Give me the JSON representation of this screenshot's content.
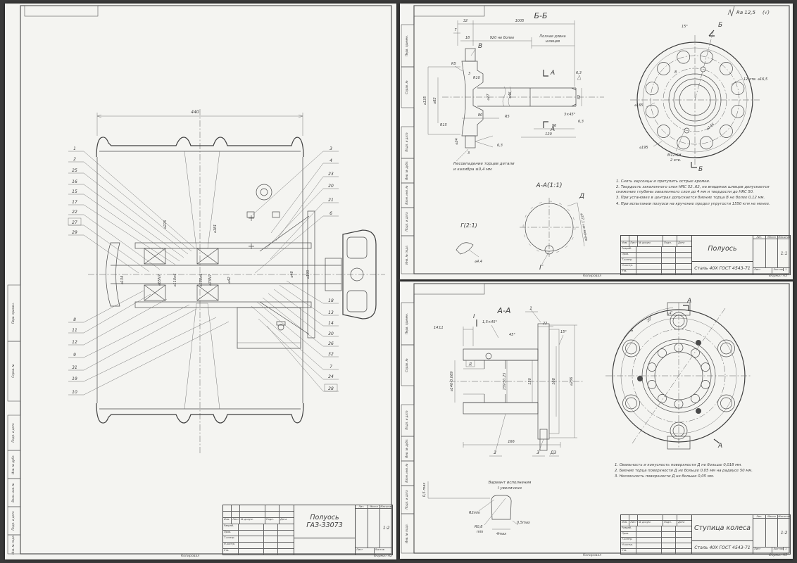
{
  "frame": {
    "stamp": {
      "izm": "Изм.",
      "list": "Лист",
      "ndok": "№ докум.",
      "podp": "Подп.",
      "data": "Дата",
      "razrab": "Разраб.",
      "prov": "Пров.",
      "tkontr": "Т.контр.",
      "nkontr": "Н.контр.",
      "utv": "Утв.",
      "lit": "Лит.",
      "massa": "Масса",
      "masshtab": "Масштаб",
      "list2": "Лист",
      "listov": "Листов",
      "kopiroval": "Копировал"
    },
    "side": {
      "perv": "Перв. примен.",
      "sprav": "Справ. №",
      "podp_data": "Подп. и дата",
      "inv_dubl": "Инв. № дубл.",
      "vzam": "Взам. инв. №",
      "inv_podl": "Инв. № подл."
    }
  },
  "assembly": {
    "title": "Полуось ГАЗ-33073",
    "scale": "1:2",
    "listov": "",
    "format": "Формат А2",
    "dim440": "440",
    "callouts_upper_left": [
      "1",
      "2",
      "25",
      "16",
      "15",
      "17",
      "22",
      "27",
      "29"
    ],
    "callouts_lower_left": [
      "8",
      "11",
      "12",
      "9",
      "31",
      "19",
      "10"
    ],
    "callouts_upper_right": [
      "3",
      "4",
      "23",
      "20",
      "21",
      "6"
    ],
    "callouts_lower_right": [
      "18",
      "13",
      "14",
      "30",
      "26",
      "32",
      "7",
      "24",
      "28"
    ],
    "dia": [
      "⌀134",
      "⌀65N7",
      "⌀110n6",
      "⌀226",
      "⌀130n6",
      "⌀73N7",
      "⌀181",
      "⌀42",
      "⌀48",
      "⌀130"
    ]
  },
  "axle": {
    "title": "Полуось",
    "material": "Сталь 40Х ГОСТ 4543-71",
    "scale": "1:1",
    "listov": "1",
    "format": "Формат А3",
    "labels": {
      "bb": "Б-Б",
      "b": "Б",
      "v": "В",
      "a": "А",
      "aa": "А-А(1:1)",
      "g": "Г",
      "g21": "Г(2:1)",
      "d": "Д"
    },
    "roughness": {
      "ra": "Ra 12,5",
      "chk": "(√)"
    },
    "dims": {
      "w32": "32",
      "w1005": "1005",
      "w7": "7",
      "w18": "18",
      "w920": "920 не более",
      "spl1": "Полная длина",
      "spl2": "шлицев",
      "r5a": "R5",
      "r5b": "R5",
      "r15": "R15",
      "r10": "R10",
      "n3a": "3",
      "d135": "⌀135",
      "d82": "⌀82",
      "d27": "⌀27",
      "d46": "⌀46",
      "w80": "80",
      "d52": "52",
      "ch345": "3×45°",
      "w96": "96",
      "w120": "120",
      "ra63a": "6,3",
      "ra63b": "6,3",
      "ra63c": "6,3",
      "d24": "⌀24",
      "n3b": "3",
      "mismatch1": "Несовпадение торцев детали",
      "mismatch2": "и калибра ≤0,4 мм",
      "spline_od": "⌀37,1 не менее",
      "d44": "⌀4,4"
    },
    "flange": {
      "a15": "15°",
      "r8": "8",
      "holes": "12 отв. ⌀16,5",
      "d165": "⌀165",
      "d146": "⌀146",
      "d195": "⌀195",
      "m12": "М12-6Н",
      "otv2": "2 отв."
    },
    "notes": [
      "1. Снять заусенцы и притупить острые кромки.",
      "2. Твердость закаленного слоя HRC 52..62, на впадинах шлицев допускается снижение глубины закаленного слоя до 4 мм и твердости до HRC 50.",
      "3. При установке в центрах допускается биение торца В не более 0,12 мм.",
      "4. При испытании полуоси на кручение предел упругости 1550 кгм не менее."
    ]
  },
  "hub": {
    "title": "Ступица колеса",
    "material": "Сталь 40Х ГОСТ 4543-71",
    "scale": "1:2",
    "listov": "1",
    "format": "Формат А3",
    "labels": {
      "aa": "А-А",
      "a": "А"
    },
    "dims": {
      "t14": "14±1",
      "ch": "1,5×45°",
      "w22": "22",
      "a45": "45°",
      "a15": "15°",
      "d140": "⌀140-0,069",
      "d159": "159±0,25",
      "d130": "130",
      "d108": "108",
      "d236": "⌀236",
      "w166": "166",
      "c1": "1",
      "c2": "2",
      "c3": "3",
      "dz": "Д3",
      "dflag": "Д",
      "imark": "I",
      "a4": "4°",
      "a20": "20°",
      "a14": "14°",
      "r2": "R2min",
      "r08": "R0,8",
      "r08b": "min",
      "m4": "4max",
      "m05": "0,5max",
      "m05v": "0,5 max",
      "var1": "Вариант исполнения",
      "var2": "I увеличено"
    },
    "notes": [
      "1. Овальность и конусность поверхности Д не больше 0,018 мм.",
      "2. Биение торца поверхности Д не больше 0,05 мм на радиусе 50 мм.",
      "3. Несоосность поверхности Д не больше 0,05 мм."
    ]
  }
}
